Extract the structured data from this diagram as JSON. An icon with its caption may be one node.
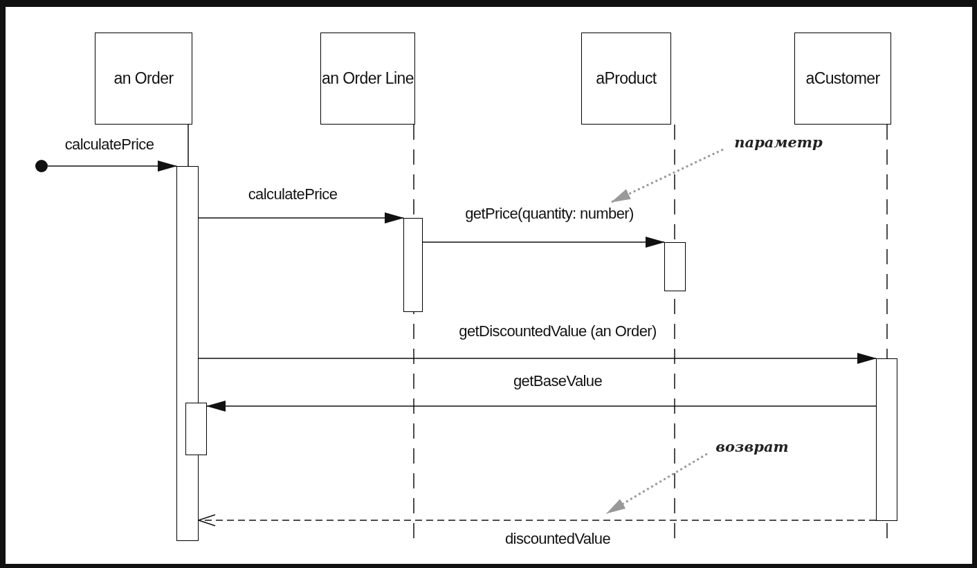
{
  "diagram": {
    "nodes": [
      {
        "text": [
          "an Order"
        ]
      },
      {
        "text": [
          "an Order Line"
        ]
      },
      {
        "text": [
          "aProduct"
        ]
      },
      {
        "text": [
          "aCustomer"
        ]
      },
      {
        "text": [],
        "shape": "circle"
      },
      {
        "text": [],
        "shape": "bar"
      },
      {
        "text": [],
        "shape": "bar"
      },
      {
        "text": [],
        "shape": "bar"
      },
      {
        "text": [],
        "shape": "bar"
      },
      {
        "text": [],
        "shape": "bar"
      },
      {
        "text": [
          "параметр"
        ]
      },
      {
        "text": [
          "возврат"
        ]
      }
    ],
    "edges": [
      {
        "from": 4,
        "to": 5,
        "arrow": "to",
        "label": "calculatePrice"
      },
      {
        "from": 5,
        "to": 6,
        "arrow": "to",
        "label": "calculatePrice"
      },
      {
        "from": 6,
        "to": 7,
        "arrow": "to",
        "label": "getPrice(quantity: number)"
      },
      {
        "from": 5,
        "to": 8,
        "arrow": "to",
        "label": "getDiscountedValue (an Order)"
      },
      {
        "from": 8,
        "to": 9,
        "arrow": "to",
        "label": "getBaseValue"
      },
      {
        "from": 8,
        "to": 5,
        "arrow": "to",
        "label": "discountedValue",
        "style": "dashed"
      },
      {
        "from": 10,
        "to": null,
        "arrow": "to",
        "style": "dashed",
        "color": "#999999"
      },
      {
        "from": 11,
        "to": null,
        "arrow": "to",
        "style": "dashed",
        "color": "#999999"
      },
      {
        "from": 0,
        "to": 5,
        "arrow": "none"
      }
    ]
  }
}
